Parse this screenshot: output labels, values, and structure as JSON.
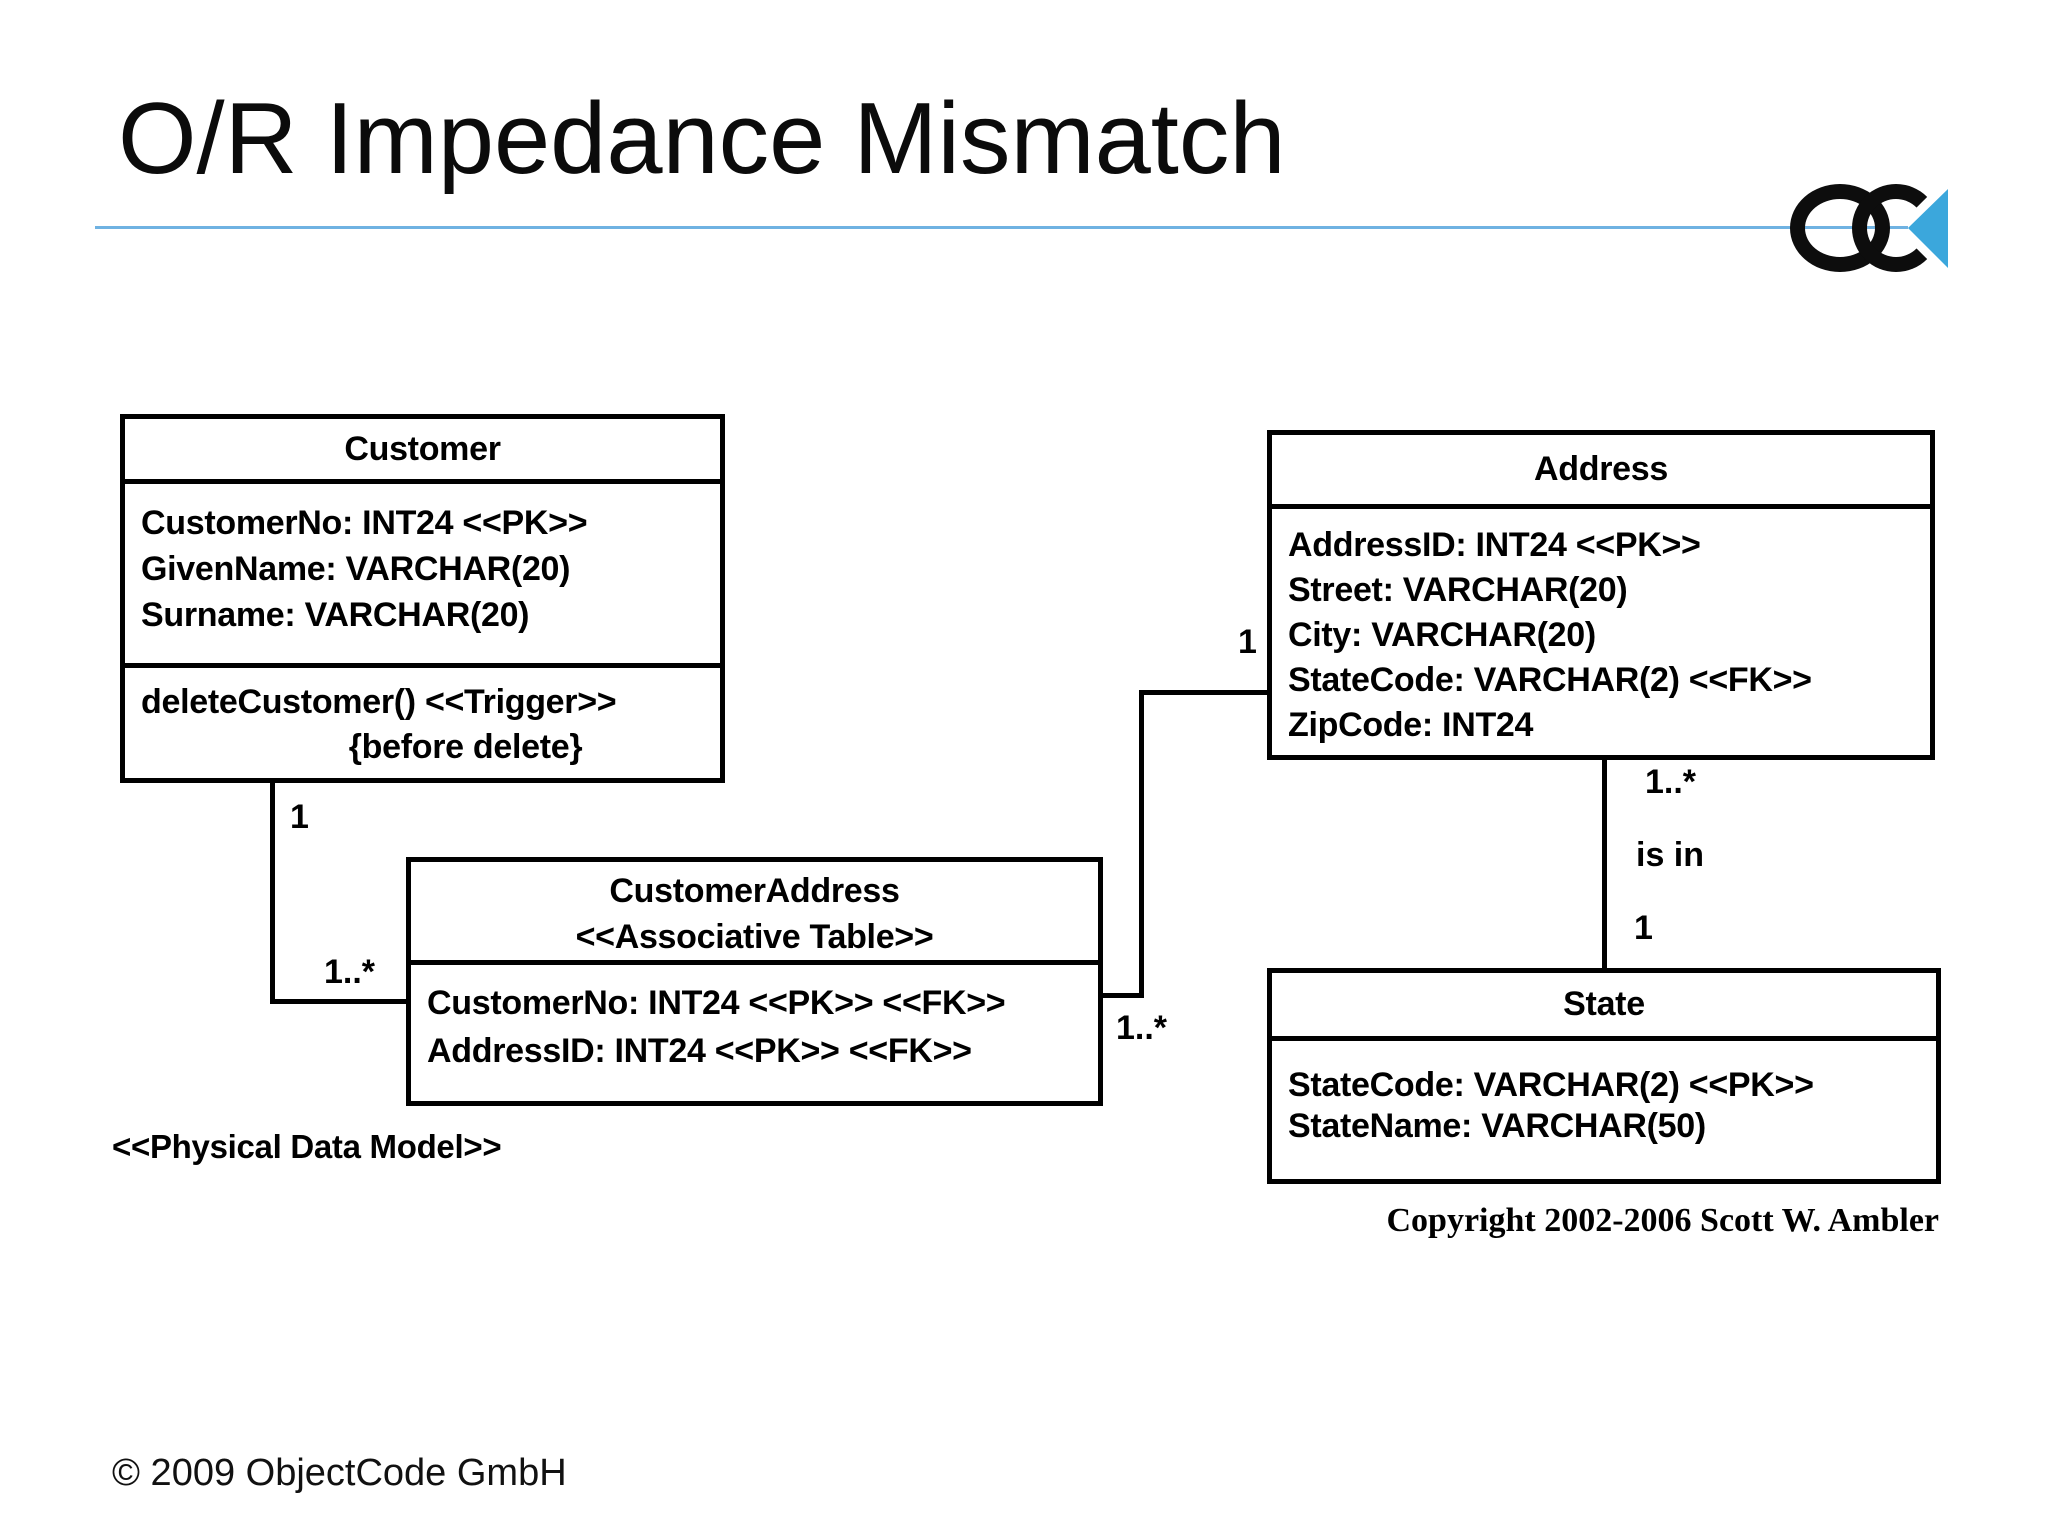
{
  "slide": {
    "title": "O/R Impedance Mismatch",
    "physical_data_model_note": "<<Physical Data Model>>",
    "copyright": "Copyright 2002-2006 Scott W. Ambler",
    "footer": "© 2009 ObjectCode GmbH"
  },
  "colors": {
    "accent_blue": "#3BA7DC",
    "rule_blue": "#6FB2E2",
    "ink": "#000000",
    "background": "#FFFFFF"
  },
  "logo": {
    "name": "ObjectCode logo",
    "glyphs": "OC with blue left-pointing triangle"
  },
  "entities": {
    "customer": {
      "title": "Customer",
      "attributes": [
        "CustomerNo: INT24 <<PK>>",
        "GivenName: VARCHAR(20)",
        "Surname: VARCHAR(20)"
      ],
      "operations": [
        "deleteCustomer() <<Trigger>>",
        "{before delete}"
      ]
    },
    "customer_address": {
      "title": "CustomerAddress",
      "stereotype": "<<Associative Table>>",
      "attributes": [
        "CustomerNo: INT24 <<PK>> <<FK>>",
        "AddressID: INT24 <<PK>> <<FK>>"
      ]
    },
    "address": {
      "title": "Address",
      "attributes": [
        "AddressID: INT24 <<PK>>",
        "Street: VARCHAR(20)",
        "City: VARCHAR(20)",
        "StateCode: VARCHAR(2) <<FK>>",
        "ZipCode: INT24"
      ]
    },
    "state": {
      "title": "State",
      "attributes": [
        "StateCode: VARCHAR(2) <<PK>>",
        "StateName: VARCHAR(50)"
      ]
    }
  },
  "connectors": {
    "customer_to_customeraddress": {
      "customer_end": "1",
      "customeraddress_end": "1..*"
    },
    "customeraddress_to_address": {
      "customeraddress_end": "1..*",
      "address_end": "1"
    },
    "address_to_state": {
      "address_end": "1..*",
      "name": "is in",
      "state_end": "1"
    }
  }
}
